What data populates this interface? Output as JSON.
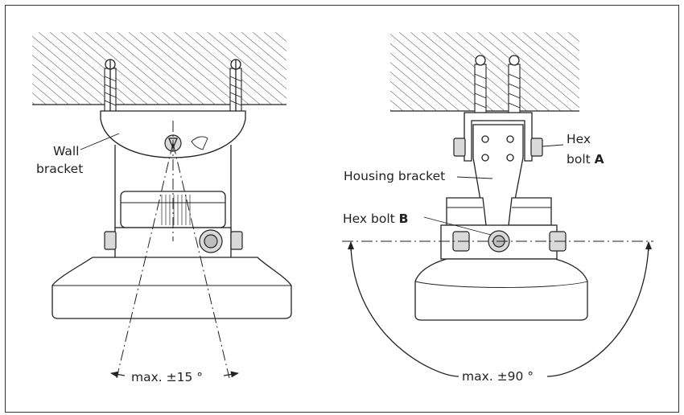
{
  "left_view": {
    "wall_bracket_label": [
      "Wall",
      "bracket"
    ],
    "angle_label": "max.  ±15 °"
  },
  "right_view": {
    "hex_bolt_a_label": [
      "Hex",
      "bolt"
    ],
    "hex_bolt_a_letter": "A",
    "housing_bracket_label": "Housing bracket",
    "hex_bolt_b_label": "Hex bolt",
    "hex_bolt_b_letter": "B",
    "angle_label": "max. ±90 °"
  }
}
